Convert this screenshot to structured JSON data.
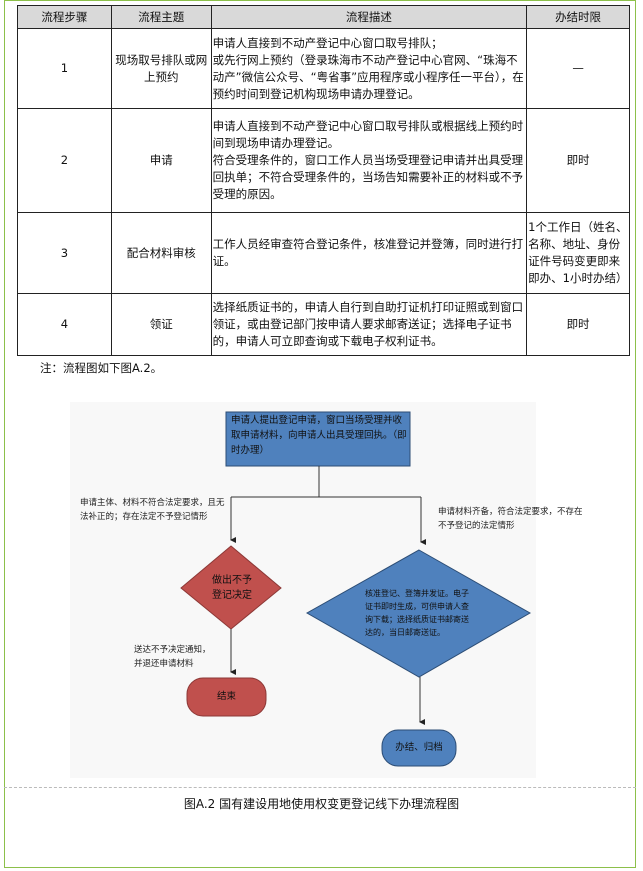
{
  "table": {
    "headers": [
      "流程步骤",
      "流程主题",
      "流程描述",
      "办结时限"
    ],
    "rows": [
      {
        "step": "1",
        "topic": "现场取号排队或网上预约",
        "desc": [
          "申请人直接到不动产登记中心窗口取号排队；",
          "或先行网上预约（登录珠海市不动产登记中心官网、“珠海不动产”微信公众号、“粤省事”应用程序或小程序任一平台），在预约时间到登记机构现场申请办理登记。"
        ],
        "limit": "—"
      },
      {
        "step": "2",
        "topic": "申请",
        "desc": [
          "申请人直接到不动产登记中心窗口取号排队或根据线上预约时间到现场申请办理登记。",
          "符合受理条件的，窗口工作人员当场受理登记申请并出具受理回执单；不符合受理条件的，当场告知需要补正的材料或不予受理的原因。"
        ],
        "limit": "即时"
      },
      {
        "step": "3",
        "topic": "配合材料审核",
        "desc": [
          "工作人员经审查符合登记条件，核准登记并登簿，同时进行打证。"
        ],
        "limit": "1个工作日（姓名、名称、地址、身份证件号码变更即来即办、1小时办结）"
      },
      {
        "step": "4",
        "topic": "领证",
        "desc": [
          "选择纸质证书的，申请人自行到自助打证机打印证照或到窗口领证，或由登记部门按申请人要求邮寄送证；选择电子证书的，申请人可立即查询或下载电子权利证书。"
        ],
        "limit": "即时"
      }
    ]
  },
  "note": "注：流程图如下图A.2。",
  "flowchart": {
    "start": "申请人提出登记申请，窗口当场受理并收取申请材料，向申请人出具受理回执。（即时办理）",
    "left_condition": "申请主体、材料不符合法定要求，且无法补正的；存在法定不予登记情形",
    "right_condition": "申请材料齐备，符合法定要求，不存在不予登记的法定情形",
    "reject_decision": "做出不予登记决定",
    "approve_decision": "核准登记、登簿并发证。电子证书即时生成，可供申请人查询下载；选择纸质证书邮寄送达的，当日邮寄送证。",
    "reject_note": "送达不予决定通知，并退还申请材料",
    "end_reject": "结束",
    "end_approve": "办结、归档",
    "colors": {
      "blue": "#4f81bd",
      "red": "#c0504d"
    }
  },
  "caption": "图A.2 国有建设用地使用权变更登记线下办理流程图"
}
